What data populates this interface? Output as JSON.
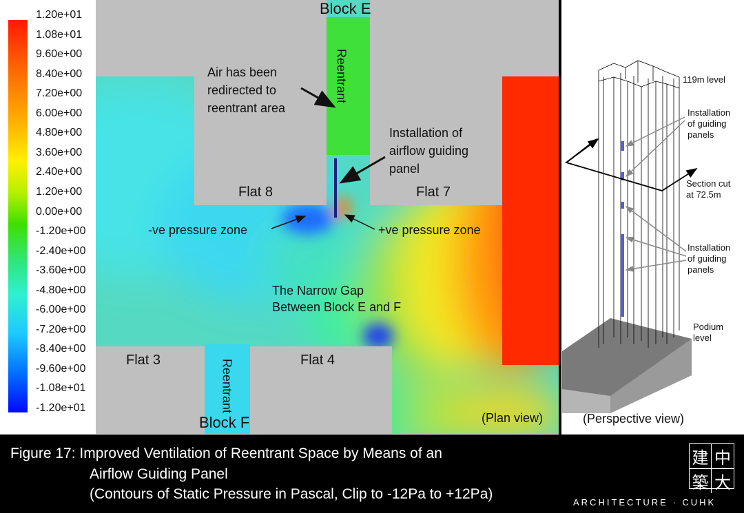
{
  "legend": {
    "ticks": [
      "1.20e+01",
      "1.08e+01",
      "9.60e+00",
      "8.40e+00",
      "7.20e+00",
      "6.00e+00",
      "4.80e+00",
      "3.60e+00",
      "2.40e+00",
      "1.20e+00",
      "0.00e+00",
      "-1.20e+00",
      "-2.40e+00",
      "-3.60e+00",
      "-4.80e+00",
      "-6.00e+00",
      "-7.20e+00",
      "-8.40e+00",
      "-9.60e+00",
      "-1.08e+01",
      "-1.20e+01"
    ],
    "max": 12,
    "min": -12
  },
  "plan": {
    "block_e": "Block E",
    "block_f": "Block F",
    "reentrant_top": "Reentrant",
    "reentrant_bottom": "Reentrant",
    "flat8": "Flat 8",
    "flat7": "Flat 7",
    "flat3": "Flat 3",
    "flat4": "Flat 4",
    "air_note": [
      "Air has been",
      "redirected to",
      "reentrant area"
    ],
    "install_note": [
      "Installation of",
      "airflow guiding",
      "panel"
    ],
    "neg_zone": "-ve pressure zone",
    "pos_zone": "+ve pressure zone",
    "gap_note": [
      "The Narrow Gap",
      "Between Block E and F"
    ],
    "view": "(Plan view)"
  },
  "perspective": {
    "level_119": "119m level",
    "install_top": [
      "Installation",
      "of guiding",
      "panels"
    ],
    "section_cut": [
      "Section cut",
      "at 72.5m"
    ],
    "install_bottom": [
      "Installation",
      "of guiding",
      "panels"
    ],
    "podium": [
      "Podium",
      "level"
    ],
    "view": "(Perspective view)"
  },
  "caption": {
    "line1": "Figure 17: Improved Ventilation of Reentrant Space by Means of an",
    "line2": "Airflow Guiding Panel",
    "line3": "(Contours of Static Pressure in Pascal, Clip to -12Pa to +12Pa)",
    "logo_chars": [
      "建",
      "中",
      "築",
      "大"
    ],
    "org": "ARCHITECTURE · CUHK"
  }
}
